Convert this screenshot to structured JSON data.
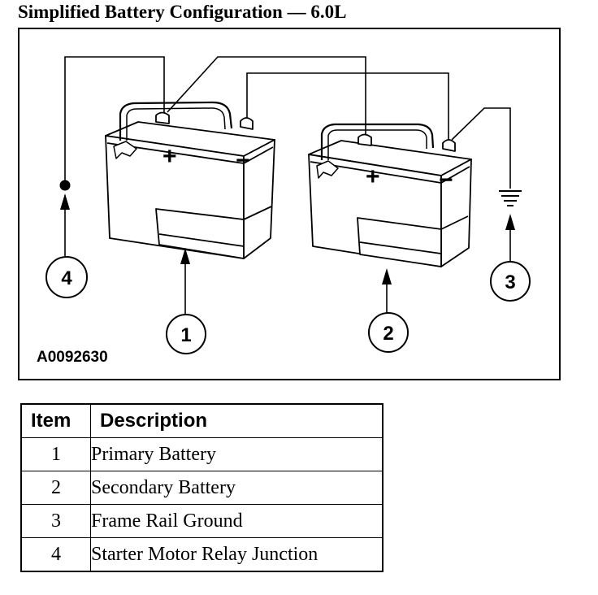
{
  "title": "Simplified Battery Configuration — 6.0L",
  "figure_id": "A0092630",
  "callouts": [
    "1",
    "2",
    "3",
    "4"
  ],
  "terminal_symbols": {
    "positive": "+",
    "negative": "−"
  },
  "table": {
    "headers": {
      "item": "Item",
      "description": "Description"
    },
    "rows": [
      {
        "item": "1",
        "description": "Primary Battery"
      },
      {
        "item": "2",
        "description": "Secondary Battery"
      },
      {
        "item": "3",
        "description": "Frame Rail Ground"
      },
      {
        "item": "4",
        "description": "Starter Motor Relay Junction"
      }
    ]
  }
}
